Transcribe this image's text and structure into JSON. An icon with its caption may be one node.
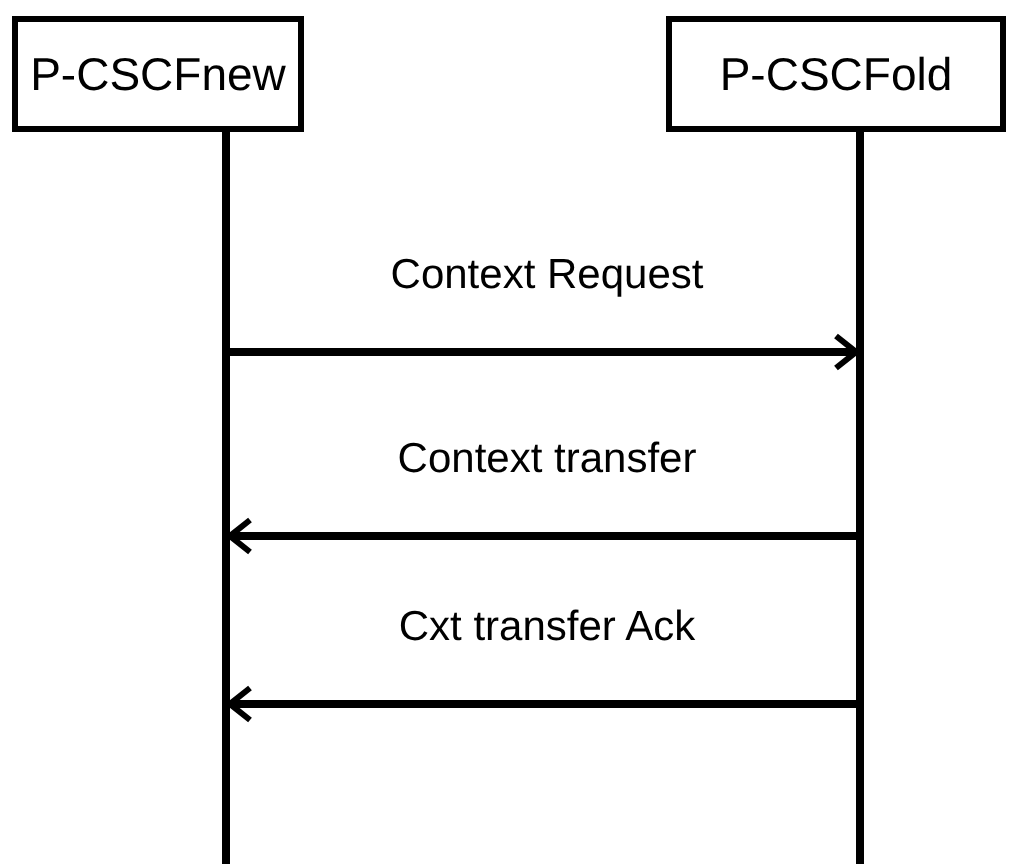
{
  "diagram": {
    "nodes": [
      {
        "text": [
          "P-CSCFnew"
        ]
      },
      {
        "text": [
          "P-CSCFold"
        ]
      },
      {
        "text": [],
        "shape": "bar"
      },
      {
        "text": [],
        "shape": "bar"
      }
    ],
    "edges": [
      {
        "from": 2,
        "to": 3,
        "arrow": "to",
        "label": "Context Request"
      },
      {
        "from": 3,
        "to": 2,
        "arrow": "to",
        "label": "Context transfer"
      },
      {
        "from": 3,
        "to": 2,
        "arrow": "to",
        "label": "Cxt transfer Ack"
      }
    ]
  }
}
